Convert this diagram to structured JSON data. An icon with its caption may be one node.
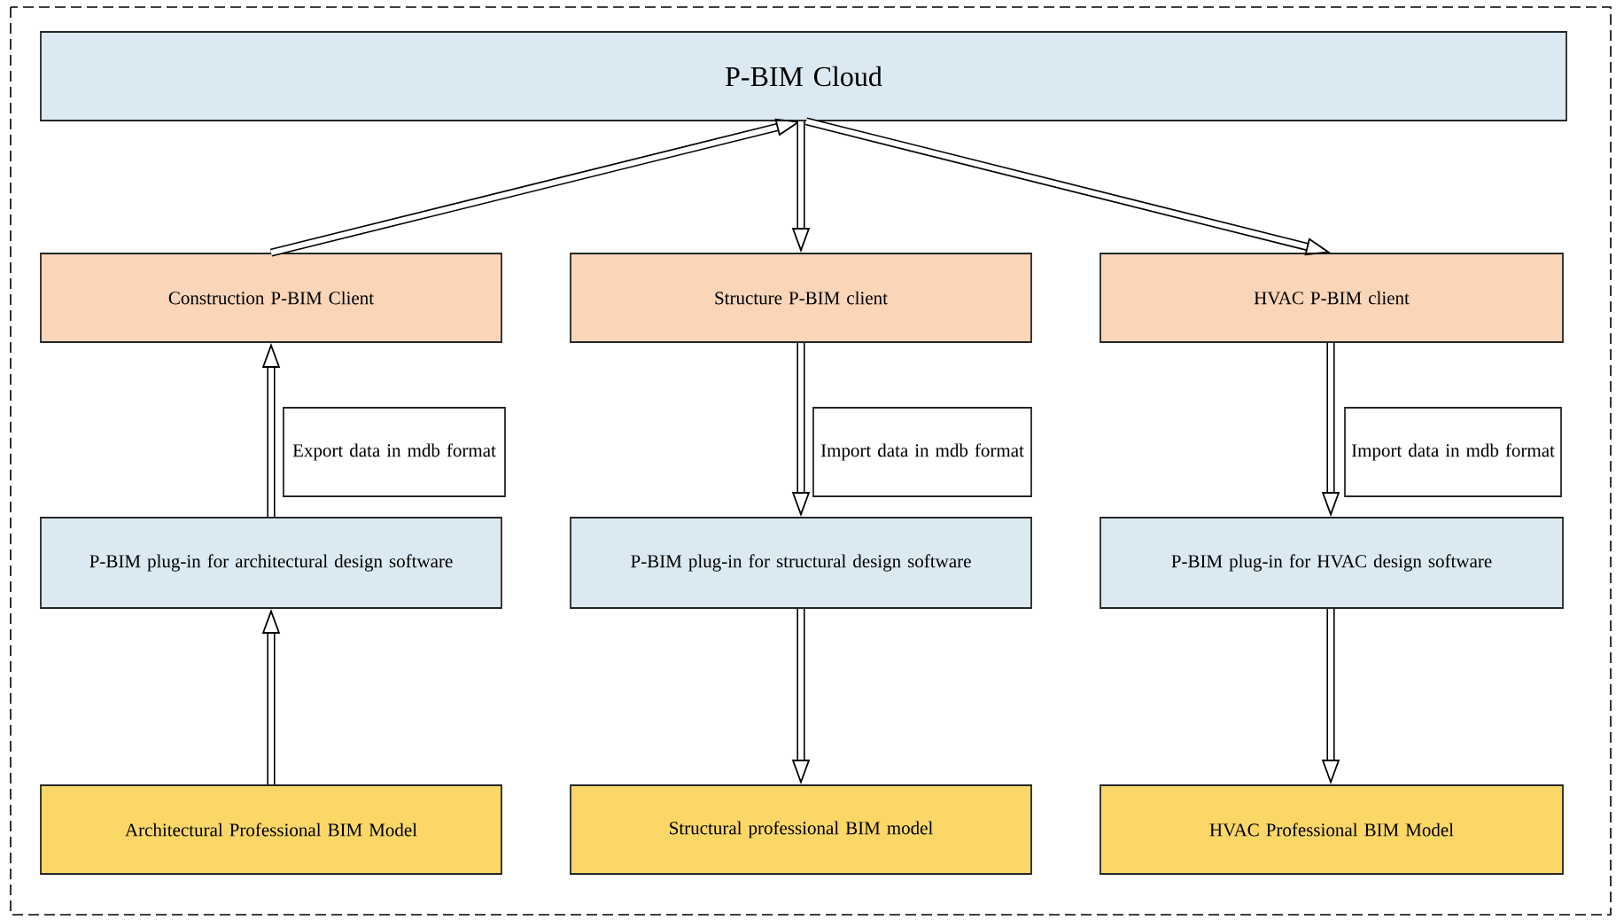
{
  "diagram": {
    "nodes": [
      {
        "text": [
          "P-BIM Cloud"
        ]
      },
      {
        "text": [
          "Construction P-BIM Client"
        ]
      },
      {
        "text": [
          "Structure P-BIM client"
        ]
      },
      {
        "text": [
          "HVAC P-BIM client"
        ]
      },
      {
        "text": [
          "Export data in mdb format"
        ]
      },
      {
        "text": [
          "Import data in mdb format"
        ]
      },
      {
        "text": [
          "Import data in mdb format"
        ]
      },
      {
        "text": [
          "P-BIM plug-in for architectural design software"
        ]
      },
      {
        "text": [
          "P-BIM plug-in for structural design software"
        ]
      },
      {
        "text": [
          "P-BIM plug-in for HVAC design software"
        ]
      },
      {
        "text": [
          "Architectural Professional BIM Model"
        ]
      },
      {
        "text": [
          "Structural professional BIM model"
        ]
      },
      {
        "text": [
          "HVAC Professional BIM Model"
        ]
      }
    ],
    "edges": [
      {
        "from": 1,
        "to": 0,
        "arrow": "to"
      },
      {
        "from": 0,
        "to": 2,
        "arrow": "to"
      },
      {
        "from": 0,
        "to": 3,
        "arrow": "to"
      },
      {
        "from": 7,
        "to": 1,
        "arrow": "to"
      },
      {
        "from": 2,
        "to": 8,
        "arrow": "to"
      },
      {
        "from": 3,
        "to": 9,
        "arrow": "to"
      },
      {
        "from": 10,
        "to": 7,
        "arrow": "to"
      },
      {
        "from": 8,
        "to": 11,
        "arrow": "to"
      },
      {
        "from": 9,
        "to": 12,
        "arrow": "to"
      }
    ]
  }
}
